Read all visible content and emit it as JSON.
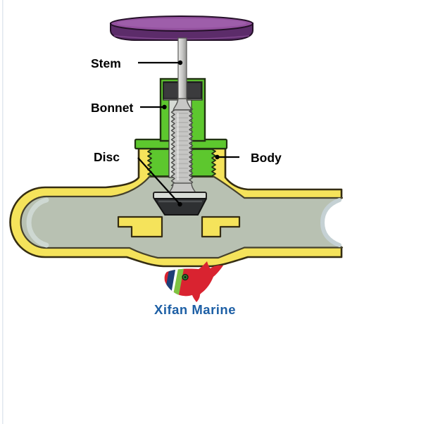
{
  "diagram": {
    "labels": {
      "stem": "Stem",
      "bonnet": "Bonnet",
      "disc": "Disc",
      "body": "Body"
    }
  },
  "logo": {
    "brand": "Xifan Marine"
  },
  "colors": {
    "body_yellow": "#f5e35b",
    "interior_gray": "#b8c1b2",
    "bonnet_green": "#5dc72e",
    "handwheel_top": "#94519f",
    "handwheel_rim": "#5c2c6a",
    "stem_gray": "#c7c7c5",
    "packing_gray": "#3b3b3d",
    "disc_dark": "#2e3032",
    "disc_holder_gray": "#d9ddd7",
    "outline_dark": "#352d12",
    "label_black": "#000000",
    "logo_red": "#d92330",
    "logo_navy": "#1d3f77",
    "logo_green": "#7fc342",
    "logo_blue": "#1d5fa5",
    "page_border": "#e3e8ef"
  }
}
